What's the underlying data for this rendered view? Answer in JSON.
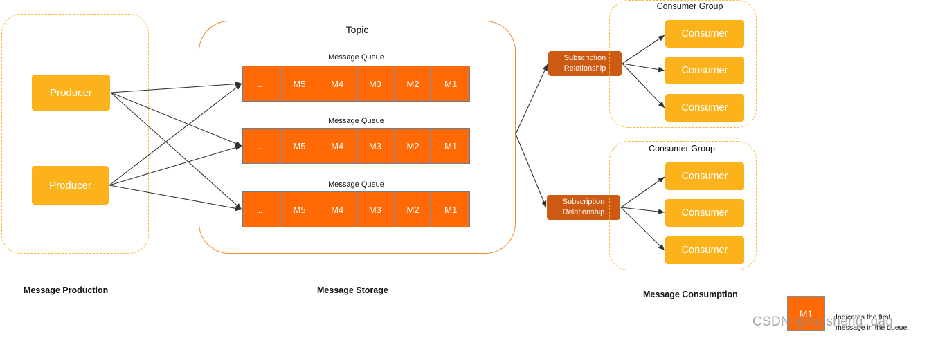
{
  "colors": {
    "producer": "#fbb21b",
    "queue_cell": "#ff6a07",
    "subscription": "#cc5a12",
    "dashed_border": "#f7b733",
    "topic_border": "#f08a2c",
    "arrow": "#333333"
  },
  "production": {
    "label": "Message Production",
    "producers": [
      "Producer",
      "Producer"
    ]
  },
  "storage": {
    "label": "Message Storage",
    "topic_title": "Topic",
    "queues": [
      {
        "title": "Message Queue",
        "cells": [
          "...",
          "M5",
          "M4",
          "M3",
          "M2",
          "M1"
        ]
      },
      {
        "title": "Message Queue",
        "cells": [
          "...",
          "M5",
          "M4",
          "M3",
          "M2",
          "M1"
        ]
      },
      {
        "title": "Message Queue",
        "cells": [
          "...",
          "M5",
          "M4",
          "M3",
          "M2",
          "M1"
        ]
      }
    ]
  },
  "consumption": {
    "label": "Message Consumption",
    "subscriptions": [
      "Subscription Relationship",
      "Subscription Relationship"
    ],
    "groups": [
      {
        "title": "Consumer Group",
        "consumers": [
          "Consumer",
          "Consumer",
          "Consumer"
        ]
      },
      {
        "title": "Consumer Group",
        "consumers": [
          "Consumer",
          "Consumer",
          "Consumer"
        ]
      }
    ]
  },
  "legend": {
    "cell": "M1",
    "text_line1": "Indicates the first",
    "text_line2": "message in the queue."
  },
  "watermark": "CSDN @huisheng_qaq"
}
